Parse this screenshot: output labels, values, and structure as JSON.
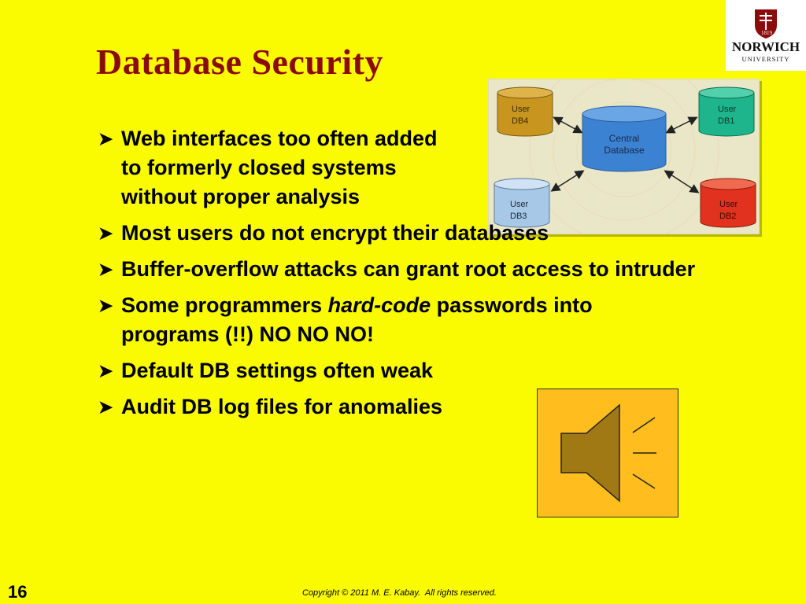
{
  "slide": {
    "title": "Database Security",
    "number": "16",
    "copyright": "Copyright © 2011 M. E. Kabay.  All rights reserved."
  },
  "logo": {
    "name": "NORWICH",
    "subtitle": "UNIVERSITY",
    "year": "1819"
  },
  "diagram": {
    "central_line1": "Central",
    "central_line2": "Database",
    "nodes": [
      {
        "line1": "User",
        "line2": "DB4",
        "color": "#C8961E"
      },
      {
        "line1": "User",
        "line2": "DB1",
        "color": "#1EB48C"
      },
      {
        "line1": "User",
        "line2": "DB3",
        "color": "#A8C8E8"
      },
      {
        "line1": "User",
        "line2": "DB2",
        "color": "#E0321E"
      }
    ],
    "central_color": "#3C82D2",
    "background_color": "#EAE6C8"
  },
  "bullets": [
    {
      "text": "Web interfaces too often added to formerly closed systems without proper analysis"
    },
    {
      "text": "Most users do not encrypt their databases"
    },
    {
      "text": "Buffer-overflow attacks can grant root access to intruder"
    },
    {
      "pre": "Some programmers ",
      "em": "hard-code",
      "post": " passwords into programs (!!) NO NO NO!"
    },
    {
      "text": "Default DB settings often weak"
    },
    {
      "text": "Audit DB log files for anomalies"
    }
  ],
  "colors": {
    "background": "#FAFA00",
    "title": "#8B0A0A",
    "speaker_box": "#FFBE1E",
    "speaker_icon": "#A07814"
  },
  "icons": {
    "bullet": "arrow-bullet-icon",
    "sound": "speaker-icon"
  }
}
